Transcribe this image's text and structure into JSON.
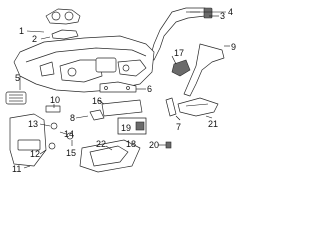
{
  "callouts": {
    "c1": "1",
    "c2": "2",
    "c3": "3",
    "c4": "4",
    "c5": "5",
    "c6": "6",
    "c7": "7",
    "c8": "8",
    "c9": "9",
    "c10": "10",
    "c11": "11",
    "c12": "12",
    "c13": "13",
    "c14": "14",
    "c15": "15",
    "c16": "16",
    "c17": "17",
    "c18": "18",
    "c19": "19",
    "c20": "20",
    "c21": "21",
    "c22": "22"
  },
  "colors": {
    "line": "#2a2a2a",
    "dark_part": "#6a6a6a",
    "text": "#111111"
  }
}
